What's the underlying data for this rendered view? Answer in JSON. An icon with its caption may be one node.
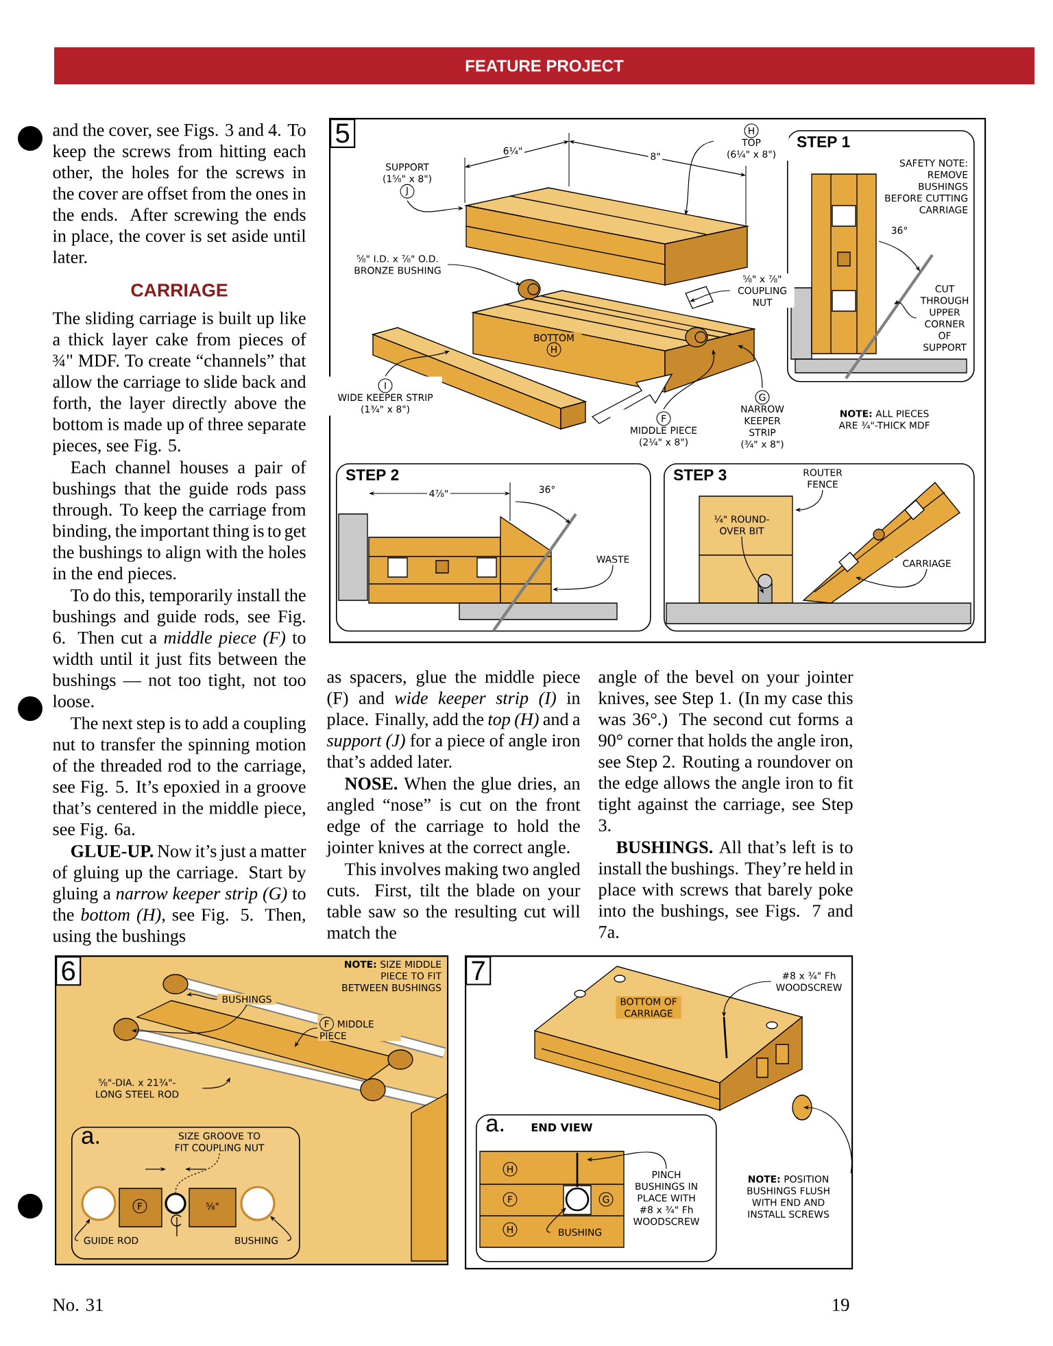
{
  "diagram": {
    "title": "FEATURE PROJECT",
    "nodes": [
      {
        "text": [
          "5"
        ]
      },
      {
        "text": [
          "H",
          "TOP",
          "(6¼\" x 8\")"
        ],
        "in": 0
      },
      {
        "text": [
          "SUPPORT",
          "(1⅝\" x 8\")",
          "J"
        ],
        "in": 0
      },
      {
        "text": [
          "⅝\" I.D. x ⅞\" O.D. BRONZE BUSHING"
        ],
        "in": 0
      },
      {
        "text": [
          "⅝\" x ⅞\" COUPLING NUT"
        ],
        "in": 0
      },
      {
        "text": [
          "BOTTOM",
          "H"
        ],
        "in": 0
      },
      {
        "text": [
          "I",
          "WIDE KEEPER STRIP",
          "(1¾\" x 8\")"
        ],
        "in": 0
      },
      {
        "text": [
          "F",
          "MIDDLE PIECE",
          "(2¼\" x 8\")"
        ],
        "in": 0
      },
      {
        "text": [
          "G",
          "NARROW KEEPER STRIP",
          "(¾\" x 8\")"
        ],
        "in": 0
      },
      {
        "text": [
          "STEP 1"
        ],
        "in": 0
      },
      {
        "text": [
          "CUT THROUGH UPPER CORNER OF SUPPORT"
        ],
        "in": 9
      },
      {
        "text": [
          "STEP 2"
        ],
        "in": 0
      },
      {
        "text": [
          "WASTE"
        ],
        "in": 11
      },
      {
        "text": [
          "STEP 3"
        ],
        "in": 0
      },
      {
        "text": [
          "ROUTER FENCE"
        ],
        "in": 13
      },
      {
        "text": [
          "¼\" ROUND-OVER BIT"
        ],
        "in": 13
      },
      {
        "text": [
          "CARRIAGE"
        ],
        "in": 13
      },
      {
        "text": [
          "6"
        ]
      },
      {
        "text": [
          "BUSHINGS"
        ],
        "in": 17
      },
      {
        "text": [
          "F",
          "MIDDLE PIECE"
        ],
        "in": 17
      },
      {
        "text": [
          "⅝\"-DIA. x 21¾\"-LONG STEEL ROD"
        ],
        "in": 17
      },
      {
        "text": [
          "a."
        ],
        "in": 17
      },
      {
        "text": [
          "SIZE GROOVE TO FIT COUPLING NUT"
        ],
        "in": 21
      },
      {
        "text": [
          "F"
        ],
        "in": 21
      },
      {
        "text": [
          "GUIDE ROD"
        ],
        "in": 21
      },
      {
        "text": [
          "BUSHING"
        ],
        "in": 21
      },
      {
        "text": [
          "7"
        ]
      },
      {
        "text": [
          "#8 x ¾\" Fh WOODSCREW"
        ],
        "in": 26
      },
      {
        "text": [
          "**NOTE:** POSITION BUSHINGS FLUSH WITH END AND INSTALL SCREWS"
        ],
        "in": 26
      },
      {
        "text": [
          "a.",
          "END VIEW"
        ],
        "in": 26
      },
      {
        "text": [
          "H"
        ],
        "in": 29
      },
      {
        "text": [
          "F"
        ],
        "in": 29
      },
      {
        "text": [
          "G"
        ],
        "in": 29
      },
      {
        "text": [
          "H"
        ],
        "in": 29
      },
      {
        "text": [
          "PINCH BUSHINGS IN PLACE WITH #8 x ¾\" Fh WOODSCREW"
        ],
        "in": 29
      },
      {
        "text": [
          "BUSHING"
        ],
        "in": 29
      },
      {
        "text": [],
        "shape": "circle",
        "in": 21
      },
      {
        "text": [],
        "shape": "circle",
        "in": 21
      },
      {
        "text": [],
        "shape": "circle",
        "in": 21
      }
    ],
    "edges": [
      {
        "from": 1,
        "to": null,
        "arrow": "to"
      },
      {
        "from": 2,
        "to": null,
        "arrow": "to"
      },
      {
        "from": 3,
        "to": null,
        "arrow": "to"
      },
      {
        "from": 4,
        "to": null,
        "arrow": "to"
      },
      {
        "from": 6,
        "to": null,
        "arrow": "to"
      },
      {
        "from": 7,
        "to": null,
        "arrow": "to"
      },
      {
        "from": 8,
        "to": null,
        "arrow": "to"
      },
      {
        "from": 10,
        "to": null,
        "arrow": "to"
      },
      {
        "from": 12,
        "to": null,
        "arrow": "to"
      },
      {
        "from": 14,
        "to": null,
        "arrow": "to"
      },
      {
        "from": 15,
        "to": null,
        "arrow": "to"
      },
      {
        "from": 16,
        "to": null,
        "arrow": "to"
      },
      {
        "from": 18,
        "to": null,
        "arrow": "to"
      },
      {
        "from": 18,
        "to": null,
        "arrow": "to"
      },
      {
        "from": 19,
        "to": null,
        "arrow": "to"
      },
      {
        "from": 20,
        "to": null,
        "arrow": "to"
      },
      {
        "from": 22,
        "to": 37,
        "arrow": "none",
        "style": "dashed"
      },
      {
        "from": 24,
        "to": 36,
        "arrow": "to"
      },
      {
        "from": 25,
        "to": 38,
        "arrow": "to"
      },
      {
        "from": 27,
        "to": null,
        "arrow": "to"
      },
      {
        "from": 28,
        "to": null,
        "arrow": "to"
      },
      {
        "from": 34,
        "to": null,
        "arrow": "to"
      },
      {
        "from": 35,
        "to": null,
        "arrow": "to"
      }
    ],
    "labels": [
      "and the cover, see Figs. 3 and 4. To keep the screws from hitting each other, the holes for the screws in the cover are offset from the ones in the ends. After screwing the ends in place, the cover is set aside until later.",
      "CARRIAGE",
      "The sliding carriage is built up like a thick layer cake from pieces of ¾\" MDF. To create “channels” that allow the carriage to slide back and forth, the layer directly above the bottom is made up of three separate pieces, see Fig. 5.",
      "Each channel houses a pair of bushings that the guide rods pass through. To keep the carriage from binding, the important thing is to get the bushings to align with the holes in the end pieces.",
      "To do this, temporarily install the bushings and guide rods, see Fig. 6. Then cut a *middle piece (F)* to width until it just fits between the bushings — not too tight, not too loose.",
      "The next step is to add a coupling nut to transfer the spinning motion of the threaded rod to the carriage, see Fig. 5. It’s epoxied in a groove that’s centered in the middle piece, see Fig. 6a.",
      "**GLUE-UP.** Now it’s just a matter of gluing up the carriage. Start by gluing a *narrow keeper strip (G)* to the *bottom (H)*, see Fig. 5. Then, using the bushings",
      "as spacers, glue the middle piece (F) and *wide keeper strip (I)* in place. Finally, add the *top (H)* and a *support (J)* for a piece of angle iron that’s added later.",
      "**NOSE.** When the glue dries, an angled “nose” is cut on the front edge of the carriage to hold the jointer knives at the correct angle.",
      "This involves making two angled cuts. First, tilt the blade on your table saw so the resulting cut will match the",
      "angle of the bevel on your jointer knives, see Step 1. (In my case this was 36°.) The second cut forms a 90° corner that holds the angle iron, see Step 2. Routing a roundover on the edge allows the angle iron to fit tight against the carriage, see Step 3.",
      "**BUSHINGS.** All that’s left is to install the bushings. They’re held in place with screws that barely poke into the bushings, see Figs. 7 and 7a.",
      "6¼\"",
      "8\"",
      "SAFETY NOTE: REMOVE BUSHINGS BEFORE CUTTING CARRIAGE",
      "36°",
      "**NOTE:** ALL PIECES ARE ¾\"-THICK MDF",
      "4⅞\"",
      "36°",
      "**NOTE:** SIZE MIDDLE PIECE TO FIT BETWEEN BUSHINGS",
      "⅝\"",
      "BOTTOM OF CARRIAGE",
      "No. 31",
      "19"
    ]
  }
}
